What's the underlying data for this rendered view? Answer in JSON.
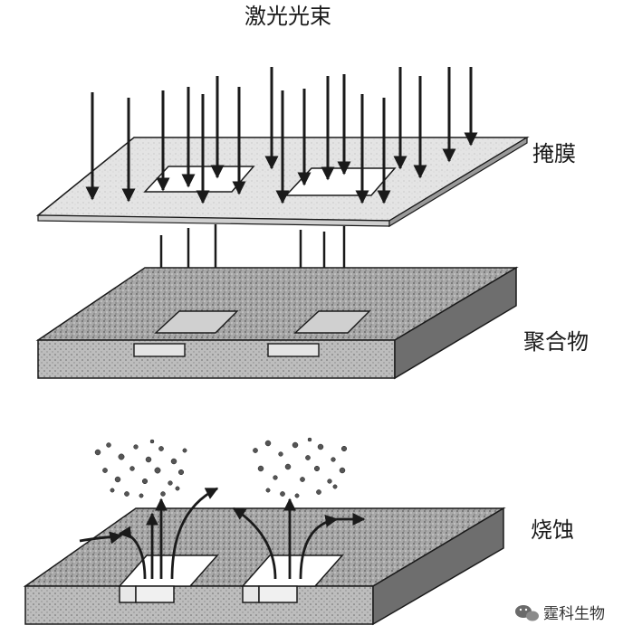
{
  "labels": {
    "title": "激光光束",
    "mask": "掩膜",
    "polymer": "聚合物",
    "ablation": "烧蚀"
  },
  "watermark": {
    "text": "霆科生物",
    "icon": "wechat-icon"
  },
  "colors": {
    "ink": "#1a1a1a",
    "mask_fill": "#e6e6e6",
    "polymer_top": "#9a9a9a",
    "polymer_front": "#b4b4b4",
    "polymer_side": "#6e6e6e",
    "background": "#ffffff"
  }
}
